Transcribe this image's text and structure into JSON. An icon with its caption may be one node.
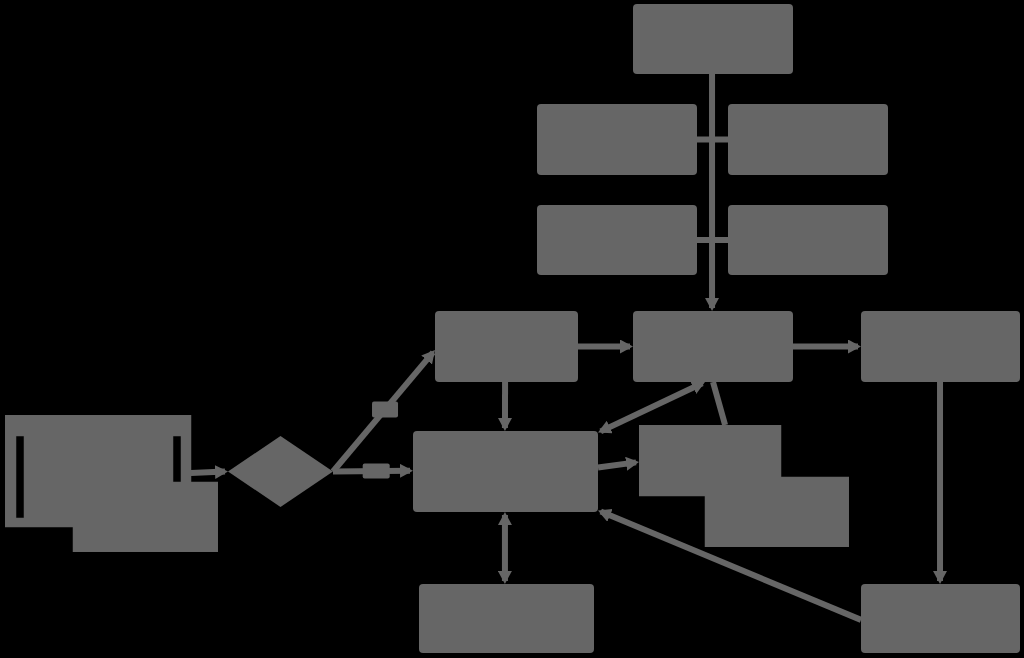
{
  "diagram": {
    "nodes": [
      {
        "text": [],
        "shape": "box"
      },
      {
        "text": [],
        "shape": "box"
      },
      {
        "text": [],
        "shape": "box"
      },
      {
        "text": [],
        "shape": "box"
      },
      {
        "text": [],
        "shape": "box"
      },
      {
        "text": [],
        "shape": "box"
      },
      {
        "text": [],
        "shape": "box"
      },
      {
        "text": [],
        "shape": "box"
      },
      {
        "text": [],
        "shape": "box"
      },
      {
        "text": [],
        "shape": "box"
      },
      {
        "text": [],
        "shape": "box"
      },
      {
        "text": [],
        "shape": "diamond"
      },
      {
        "text": [],
        "shape": "box"
      },
      {
        "text": [],
        "shape": "box"
      }
    ],
    "edges": [
      {
        "from": 0,
        "to": 6,
        "arrow": "to"
      },
      {
        "from": 1,
        "to": 2,
        "arrow": "none"
      },
      {
        "from": 3,
        "to": 4,
        "arrow": "none"
      },
      {
        "from": 5,
        "to": 6,
        "arrow": "to"
      },
      {
        "from": 6,
        "to": 7,
        "arrow": "to"
      },
      {
        "from": 7,
        "to": 13,
        "arrow": "to"
      },
      {
        "from": 5,
        "to": 10,
        "arrow": "to"
      },
      {
        "from": 10,
        "to": 12,
        "arrow": "both"
      },
      {
        "from": 8,
        "to": 11,
        "arrow": "to"
      },
      {
        "from": 11,
        "to": 10,
        "arrow": "to"
      },
      {
        "from": 11,
        "to": 5,
        "arrow": "to"
      },
      {
        "from": 10,
        "to": 6,
        "arrow": "both"
      },
      {
        "from": 6,
        "to": 9,
        "arrow": "none"
      },
      {
        "from": 10,
        "to": 9,
        "arrow": "to"
      },
      {
        "from": 13,
        "to": 10,
        "arrow": "to"
      }
    ]
  }
}
